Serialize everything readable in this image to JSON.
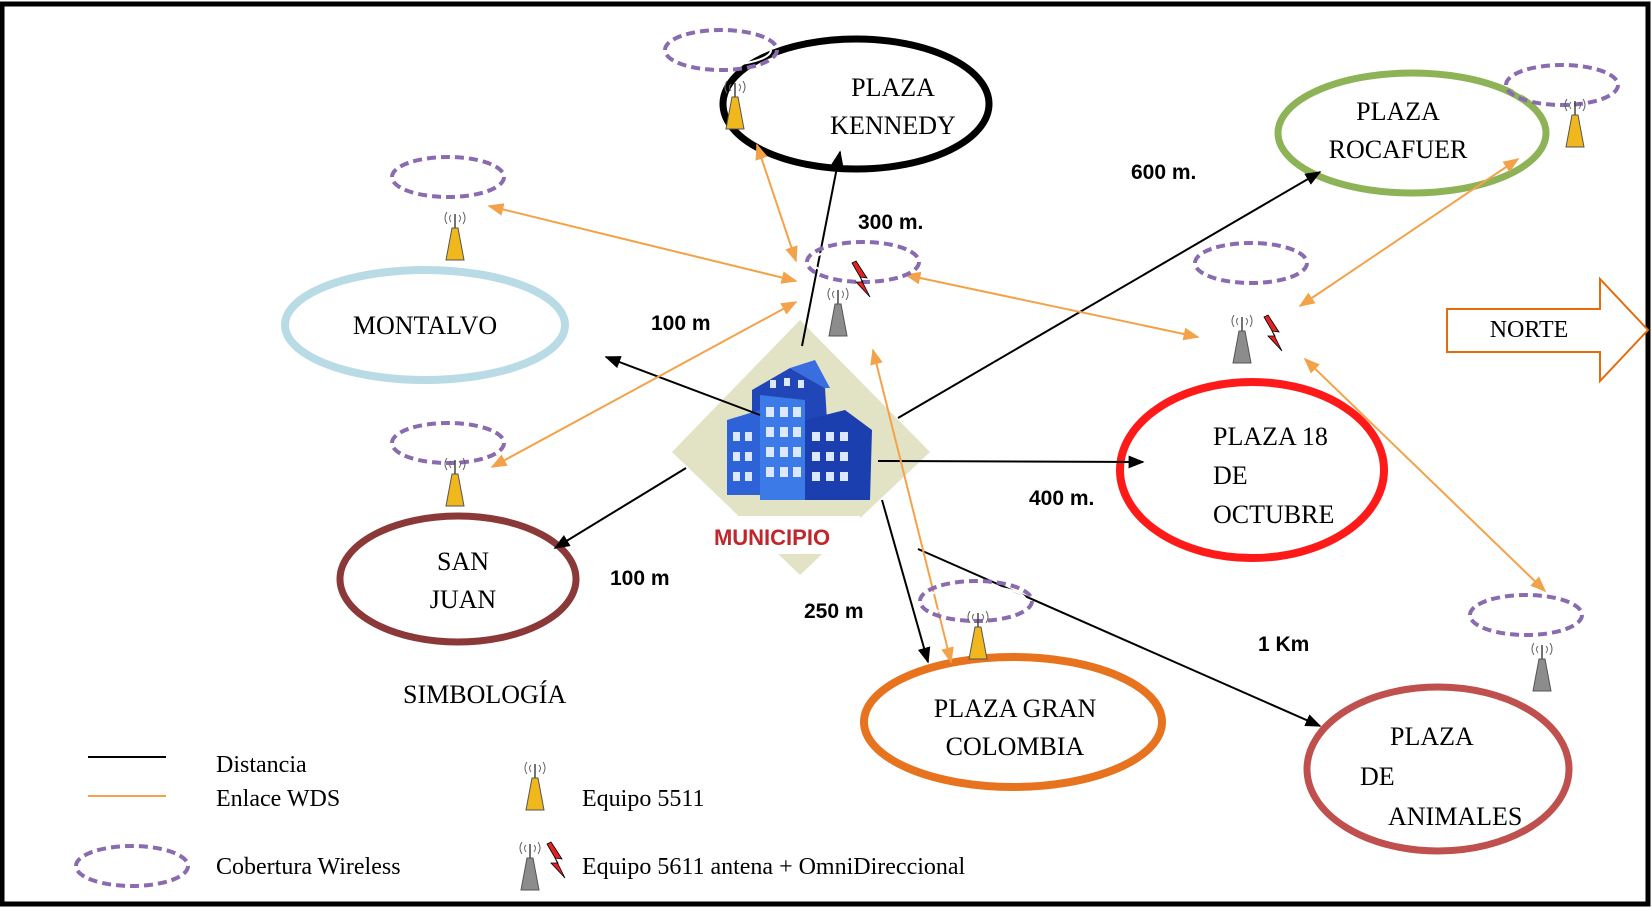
{
  "places": {
    "kennedy": [
      "PLAZA",
      "KENNEDY"
    ],
    "montalvo": [
      "MONTALVO"
    ],
    "rocafuer": [
      "PLAZA",
      "ROCAFUER"
    ],
    "octubre": [
      "PLAZA 18",
      "DE",
      "OCTUBRE"
    ],
    "sanjuan": [
      "SAN",
      "JUAN"
    ],
    "grancolombia": [
      "PLAZA GRAN",
      "COLOMBIA"
    ],
    "animales": [
      "PLAZA",
      "DE",
      "ANIMALES"
    ]
  },
  "municipio": "MUNICIPIO",
  "north_label": "NORTE",
  "distances": {
    "kennedy": "300 m.",
    "rocafuer": "600 m.",
    "montalvo": "100 m",
    "sanjuan": "100 m",
    "octubre": "400 m.",
    "grancolombia": "250 m",
    "animales": "1 Km"
  },
  "legend": {
    "title": "SIMBOLOGÍA",
    "distance": "Distancia",
    "wds": "Enlace WDS",
    "coverage": "Cobertura Wireless",
    "equipo5511": "Equipo 5511",
    "equipo5611": "Equipo 5611 antena + OmniDireccional"
  },
  "colors": {
    "distance_line": "#000000",
    "wds_line": "#f4a24a",
    "coverage": "#8a6bb0",
    "equipo5511": "#f0b81c",
    "equipo5611": "#8c8c8c",
    "lightning": "#e32222",
    "municipio_text": "#c0272d",
    "kennedy": "#000000",
    "montalvo": "#b9dbe6",
    "rocafuer": "#8db356",
    "octubre": "#ff1a1a",
    "sanjuan": "#8b3838",
    "grancolombia": "#e8731f",
    "animales": "#c0504d",
    "north_arrow": "#e46c0a"
  }
}
